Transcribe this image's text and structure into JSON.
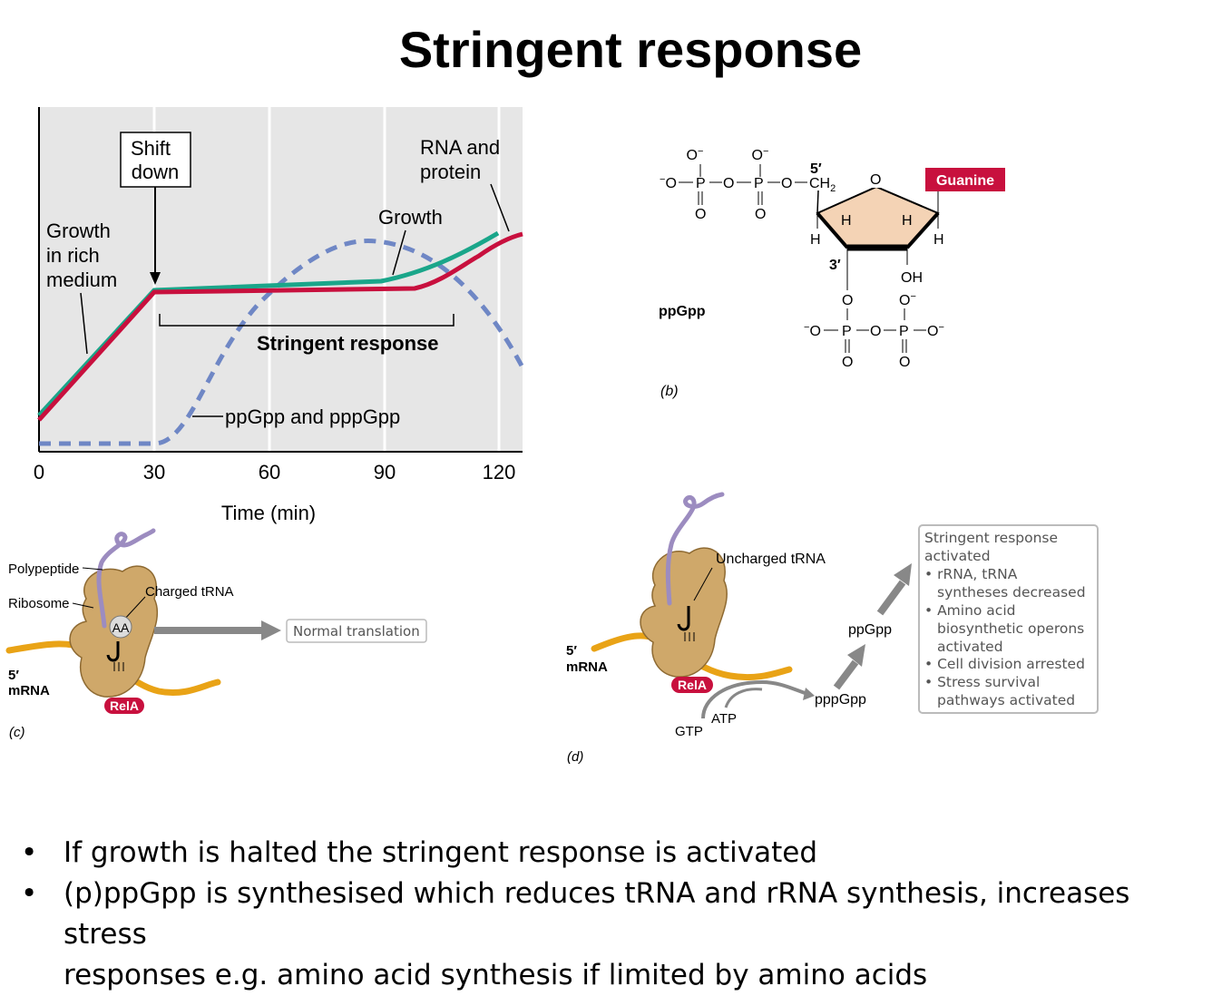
{
  "title": "Stringent response",
  "graph": {
    "labels": {
      "shift_down_1": "Shift",
      "shift_down_2": "down",
      "rna_protein_1": "RNA and",
      "rna_protein_2": "protein",
      "growth_rich_1": "Growth",
      "growth_rich_2": "in rich",
      "growth_rich_3": "medium",
      "growth": "Growth",
      "stringent_response": "Stringent response",
      "ppgpp_pppgpp": "ppGpp and pppGpp"
    },
    "x_axis_label": "Time (min)",
    "x_ticks": [
      "0",
      "30",
      "60",
      "90",
      "120"
    ],
    "colors": {
      "rna": "#c8103e",
      "growth": "#1aa68a",
      "ppgpp": "#6f87c5",
      "bg": "#e6e6e6"
    }
  },
  "structure_b": {
    "panel_label": "(b)",
    "molecule_name": "ppGpp",
    "base": "Guanine",
    "five_prime": "5′",
    "three_prime": "3′",
    "ring_o": "O",
    "oh": "OH",
    "h": "H",
    "ch2": "CH",
    "ch2_sub": "2",
    "phosphate_p": "P",
    "o_atom": "O",
    "o_minus": "O",
    "minus": "−",
    "dash": "–",
    "colors": {
      "ring": "#f4d3b5",
      "guanine": "#c8103e"
    }
  },
  "panel_c": {
    "panel_label": "(c)",
    "polypeptide": "Polypeptide",
    "ribosome": "Ribosome",
    "charged_trna": "Charged tRNA",
    "aa": "AA",
    "five_prime": "5′",
    "mrna": "mRNA",
    "rela": "RelA",
    "normal_translation": "Normal translation"
  },
  "panel_d": {
    "panel_label": "(d)",
    "uncharged_trna": "Uncharged tRNA",
    "five_prime": "5′",
    "mrna": "mRNA",
    "rela": "RelA",
    "gtp": "GTP",
    "atp": "ATP",
    "pppgpp": "pppGpp",
    "ppgpp": "ppGpp",
    "box_lines": [
      "Stringent response",
      "activated",
      "• rRNA, tRNA",
      "syntheses decreased",
      "• Amino acid",
      "biosynthetic operons",
      "activated",
      "• Cell division arrested",
      "• Stress survival",
      "pathways activated"
    ]
  },
  "bullets": [
    {
      "marker": "•",
      "text": "If growth is halted the stringent response is activated"
    },
    {
      "marker": "•",
      "text": "(p)ppGpp is synthesised which reduces tRNA and rRNA synthesis, increases stress"
    },
    {
      "marker": "",
      "text": "responses e.g. amino acid synthesis if limited by amino acids"
    }
  ]
}
